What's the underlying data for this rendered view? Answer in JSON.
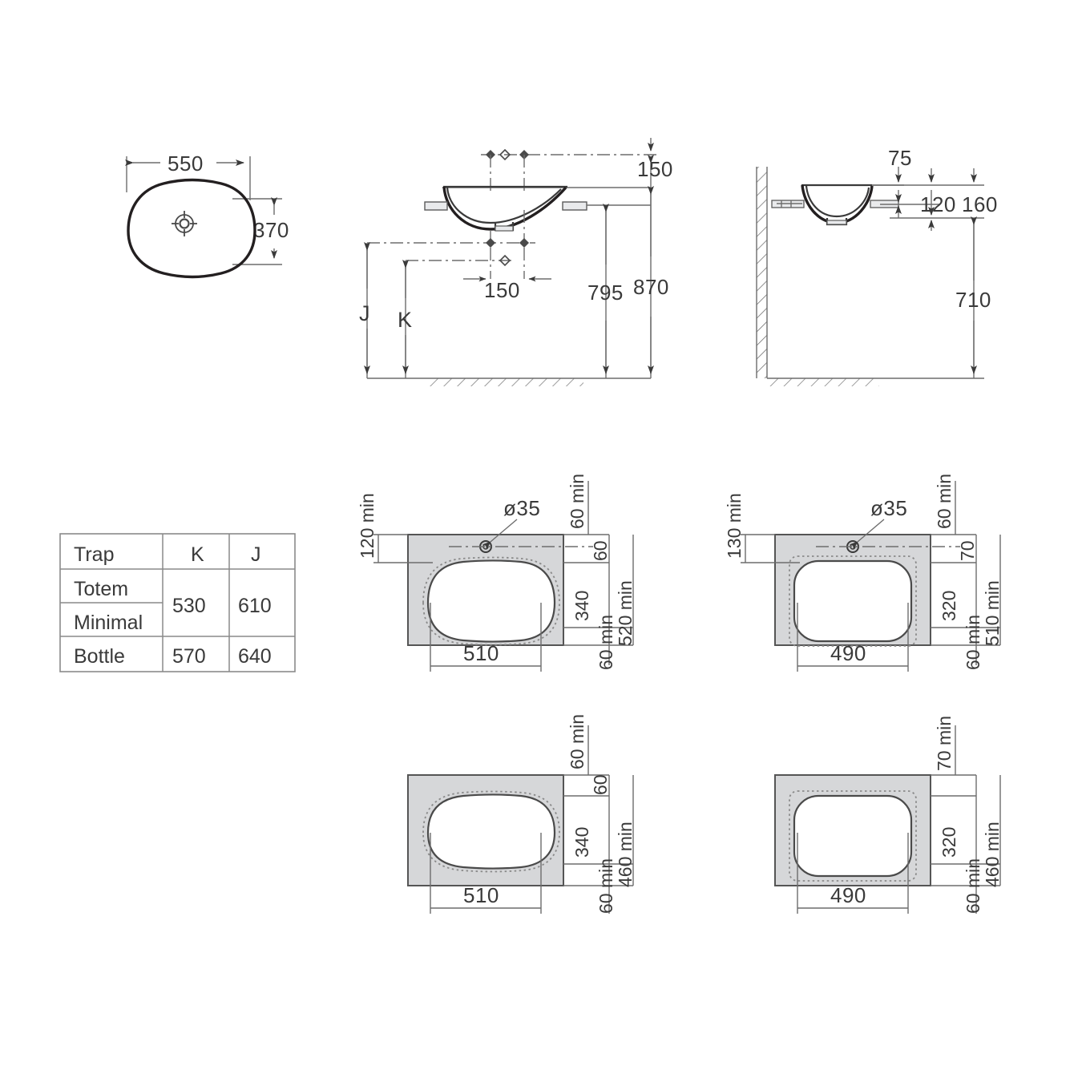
{
  "document": {
    "type": "technical-drawing",
    "subject": "washbasin-dimensions"
  },
  "views": {
    "plan": {
      "name": "plan-view",
      "dims": {
        "width": "550",
        "depth": "370"
      },
      "drain_icon": "drain-symbol"
    },
    "front_elevation": {
      "name": "front-elevation-view",
      "dims": {
        "tap_height": "150",
        "tap_spacing": "150",
        "rim_height": "795",
        "overall_height": "870",
        "label_j": "J",
        "label_k": "K"
      }
    },
    "side_elevation": {
      "name": "side-elevation-view",
      "dims": {
        "d75": "75",
        "d120": "120",
        "d160": "160",
        "d710": "710"
      }
    }
  },
  "trap_table": {
    "headers": [
      "Trap",
      "K",
      "J"
    ],
    "rows": [
      {
        "trap": "Totem",
        "k": "530",
        "j": "610"
      },
      {
        "trap": "Minimal",
        "k": "530",
        "j": "610"
      },
      {
        "trap": "Bottle",
        "k": "570",
        "j": "640"
      }
    ],
    "merged_cells": {
      "k_merge_value": "530",
      "j_merge_value": "610"
    }
  },
  "cutouts": [
    {
      "id": "cutout-top-left",
      "shape": "oval",
      "tap_hole": "ø35",
      "dims": {
        "left_edge": "120 min",
        "top_clearance": "60 min",
        "top_offset": "60",
        "inner_depth": "340",
        "bottom_clearance": "60 min",
        "total_depth": "520 min",
        "width": "510"
      }
    },
    {
      "id": "cutout-top-right",
      "shape": "rectangle",
      "tap_hole": "ø35",
      "dims": {
        "left_edge": "130 min",
        "top_clearance": "60 min",
        "top_offset": "70",
        "inner_depth": "320",
        "bottom_clearance": "60 min",
        "total_depth": "510 min",
        "width": "490"
      }
    },
    {
      "id": "cutout-bottom-left",
      "shape": "oval",
      "tap_hole": "",
      "dims": {
        "left_edge": "",
        "top_clearance": "60 min",
        "top_offset": "60",
        "inner_depth": "340",
        "bottom_clearance": "60 min",
        "total_depth": "460 min",
        "width": "510"
      }
    },
    {
      "id": "cutout-bottom-right",
      "shape": "rectangle",
      "tap_hole": "",
      "dims": {
        "left_edge": "",
        "top_clearance": "70 min",
        "top_offset": "",
        "inner_depth": "320",
        "bottom_clearance": "60 min",
        "total_depth": "460 min",
        "width": "490"
      }
    }
  ],
  "colors": {
    "line": "#3a3a3a",
    "thin_line": "#6d6d6d",
    "counter_fill": "#d6d7d9",
    "text": "#3a3a3a",
    "background": "#ffffff"
  }
}
